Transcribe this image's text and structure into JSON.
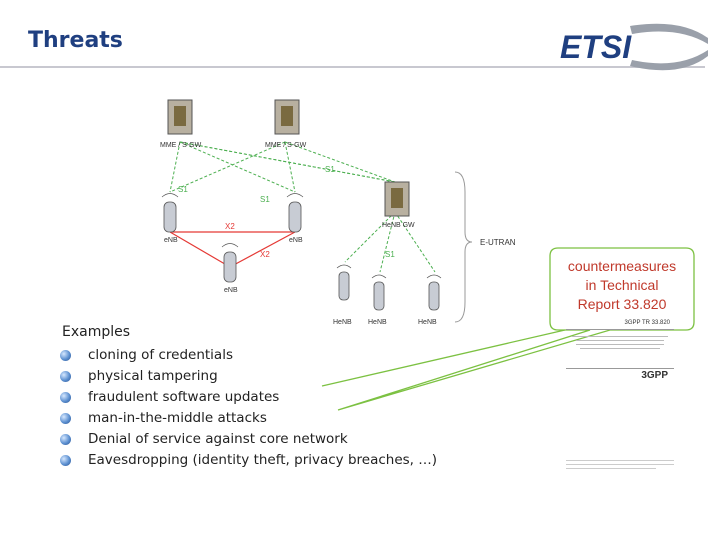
{
  "slide": {
    "title": "Threats"
  },
  "logo": {
    "text": "ETSI",
    "colors": {
      "blue": "#1f3f80",
      "gray": "#9aa0aa"
    }
  },
  "diagram": {
    "nodes": {
      "mme1": "MME / S-GW",
      "mme2": "MME / S-GW",
      "henb_gw": "HeNB GW",
      "enb1": "eNB",
      "enb2": "eNB",
      "enb3": "eNB",
      "henb1": "HeNB",
      "henb2": "HeNB",
      "henb3": "HeNB"
    },
    "interfaces": {
      "s1": "S1",
      "x2": "X2"
    },
    "eutran_label": "E-UTRAN",
    "colors": {
      "s1_link": "#4caf50",
      "x2_link": "#e53935",
      "brace": "#999999"
    }
  },
  "examples": {
    "label": "Examples",
    "items": [
      "cloning of credentials",
      "physical tampering",
      "fraudulent software updates",
      "man-in-the-middle attacks",
      "Denial of service against core network",
      "Eavesdropping (identity theft, privacy breaches, …)"
    ]
  },
  "callout": {
    "text_line1": "countermeasures",
    "text_line2": "in Technical",
    "text_line3": "Report 33.820",
    "color": "#c0392b",
    "border_color": "#7cc142"
  },
  "report": {
    "header": "3GPP TR 33.820",
    "logo": "3GPP"
  }
}
